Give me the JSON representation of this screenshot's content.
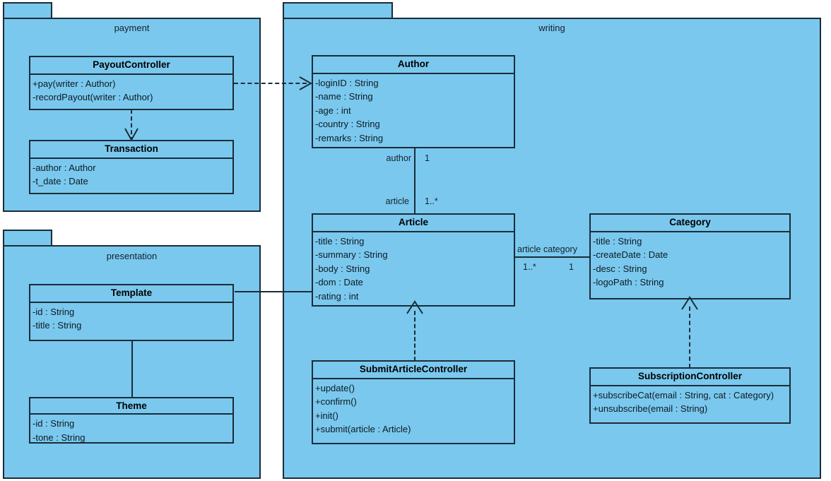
{
  "diagram": {
    "type": "uml-class-diagram",
    "colors": {
      "package_fill": "#7ac8ee",
      "class_fill": "#7ac8ee",
      "stroke": "#1b2c38",
      "background": "#ffffff"
    }
  },
  "packages": [
    {
      "id": "payment",
      "label": "payment"
    },
    {
      "id": "writing",
      "label": "writing"
    },
    {
      "id": "presentation",
      "label": "presentation"
    }
  ],
  "classes": [
    {
      "id": "payout-controller",
      "name": "PayoutController",
      "package": "payment",
      "members": [
        "+pay(writer : Author)",
        "-recordPayout(writer : Author)"
      ]
    },
    {
      "id": "transaction",
      "name": "Transaction",
      "package": "payment",
      "members": [
        "-author : Author",
        "-t_date : Date"
      ]
    },
    {
      "id": "author",
      "name": "Author",
      "package": "writing",
      "members": [
        "-loginID : String",
        "-name : String",
        "-age : int",
        "-country : String",
        "-remarks : String"
      ]
    },
    {
      "id": "article",
      "name": "Article",
      "package": "writing",
      "members": [
        "-title : String",
        "-summary : String",
        "-body : String",
        "-dom : Date",
        "-rating : int"
      ]
    },
    {
      "id": "category",
      "name": "Category",
      "package": "writing",
      "members": [
        "-title : String",
        "-createDate : Date",
        "-desc : String",
        "-logoPath : String"
      ]
    },
    {
      "id": "submit-article-controller",
      "name": "SubmitArticleController",
      "package": "writing",
      "members": [
        "+update()",
        "+confirm()",
        "+init()",
        "+submit(article : Article)"
      ]
    },
    {
      "id": "subscription-controller",
      "name": "SubscriptionController",
      "package": "writing",
      "members": [
        "+subscribeCat(email : String, cat : Category)",
        "+unsubscribe(email : String)"
      ]
    },
    {
      "id": "template",
      "name": "Template",
      "package": "presentation",
      "members": [
        "-id : String",
        "-title : String"
      ]
    },
    {
      "id": "theme",
      "name": "Theme",
      "package": "presentation",
      "members": [
        "-id : String",
        "-tone : String"
      ]
    }
  ],
  "relationships": [
    {
      "id": "payout-to-author",
      "kind": "dependency",
      "style": "dashed",
      "arrow": "open",
      "from": "payout-controller",
      "to": "author"
    },
    {
      "id": "payout-to-transaction",
      "kind": "dependency",
      "style": "dashed",
      "arrow": "open",
      "from": "payout-controller",
      "to": "transaction"
    },
    {
      "id": "author-to-article",
      "kind": "association",
      "style": "solid",
      "arrow": "none",
      "from": "author",
      "to": "article",
      "source_role": "author",
      "source_multiplicity": "1",
      "target_role": "article",
      "target_multiplicity": "1..*"
    },
    {
      "id": "article-to-category",
      "kind": "association",
      "style": "solid",
      "arrow": "none",
      "from": "article",
      "to": "category",
      "source_role": "article",
      "source_multiplicity": "1..*",
      "target_role": "category",
      "target_multiplicity": "1"
    },
    {
      "id": "submitarticlecontroller-to-article",
      "kind": "realization",
      "style": "dashed",
      "arrow": "hollow-triangle",
      "from": "submit-article-controller",
      "to": "article"
    },
    {
      "id": "subscriptioncontroller-to-category",
      "kind": "realization",
      "style": "dashed",
      "arrow": "hollow-triangle",
      "from": "subscription-controller",
      "to": "category"
    },
    {
      "id": "template-to-article",
      "kind": "association",
      "style": "solid",
      "arrow": "none",
      "from": "template",
      "to": "article"
    },
    {
      "id": "template-to-theme",
      "kind": "association",
      "style": "solid",
      "arrow": "none",
      "from": "template",
      "to": "theme"
    }
  ],
  "edge_labels": {
    "author_role": "author",
    "author_mult": "1",
    "article_role": "article",
    "article_mult": "1..*",
    "assoc_article_role": "article",
    "assoc_category_role": "category",
    "assoc_article_mult": "1..*",
    "assoc_category_mult": "1"
  }
}
